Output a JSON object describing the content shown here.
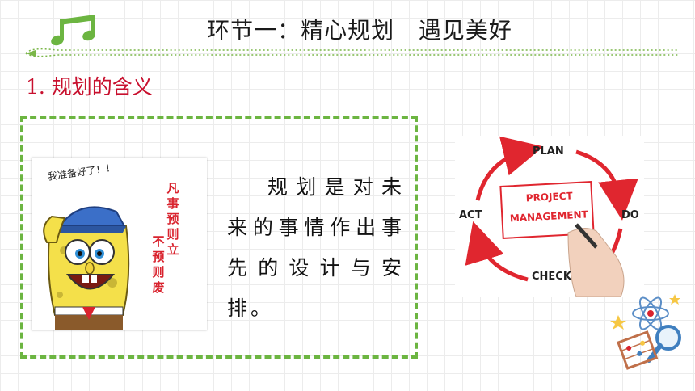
{
  "header": {
    "title": "环节一：精心规划   遇见美好"
  },
  "section": {
    "heading": "1. 规划的含义"
  },
  "content": {
    "paragraph": "规划是对未来的事情作出事先的设计与安排。"
  },
  "left_image": {
    "caption": "我准备好了！！",
    "motto_col1": "凡事预则立",
    "motto_col2": "不预则废"
  },
  "right_image": {
    "center_label_1": "PROJECT",
    "center_label_2": "MANAGEMENT",
    "cycle": {
      "top": "PLAN",
      "right": "DO",
      "bottom": "CHECK",
      "left": "ACT"
    }
  },
  "colors": {
    "accent_green": "#6cb541",
    "heading_red": "#c8102e",
    "cycle_red": "#e0262f"
  }
}
